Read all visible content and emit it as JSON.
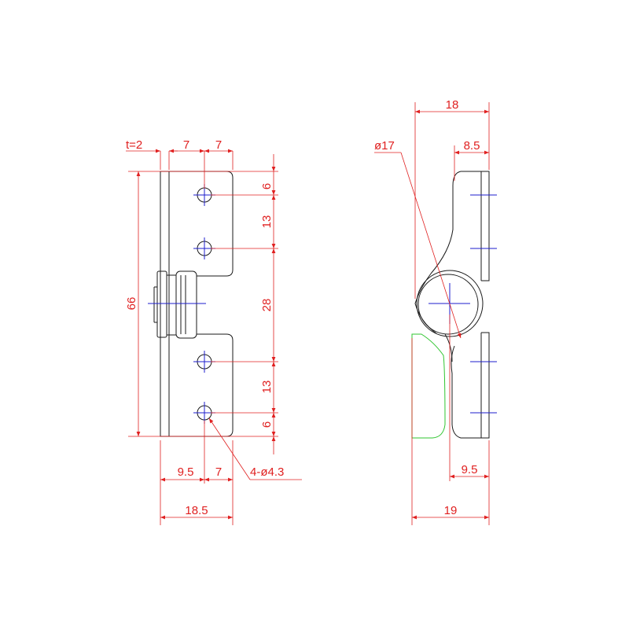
{
  "colors": {
    "part": "#1a1a1a",
    "dimension": "#e02020",
    "centerline": "#1c1ccc",
    "alternate": "#2fc52f",
    "background": "#ffffff"
  },
  "front_view": {
    "dims": {
      "thickness": "t=2",
      "top_a": "7",
      "top_b": "7",
      "height": "66",
      "right_1": "6",
      "right_2": "13",
      "right_3": "28",
      "right_4": "13",
      "right_5": "6",
      "bottom_a": "9.5",
      "bottom_b": "7",
      "hole_callout": "4-ø4.3",
      "overall_width": "18.5"
    }
  },
  "side_view": {
    "dims": {
      "top_width": "18",
      "knuckle_diameter": "ø17",
      "top_offset": "8.5",
      "bottom_offset": "9.5",
      "bottom_width": "19"
    }
  }
}
